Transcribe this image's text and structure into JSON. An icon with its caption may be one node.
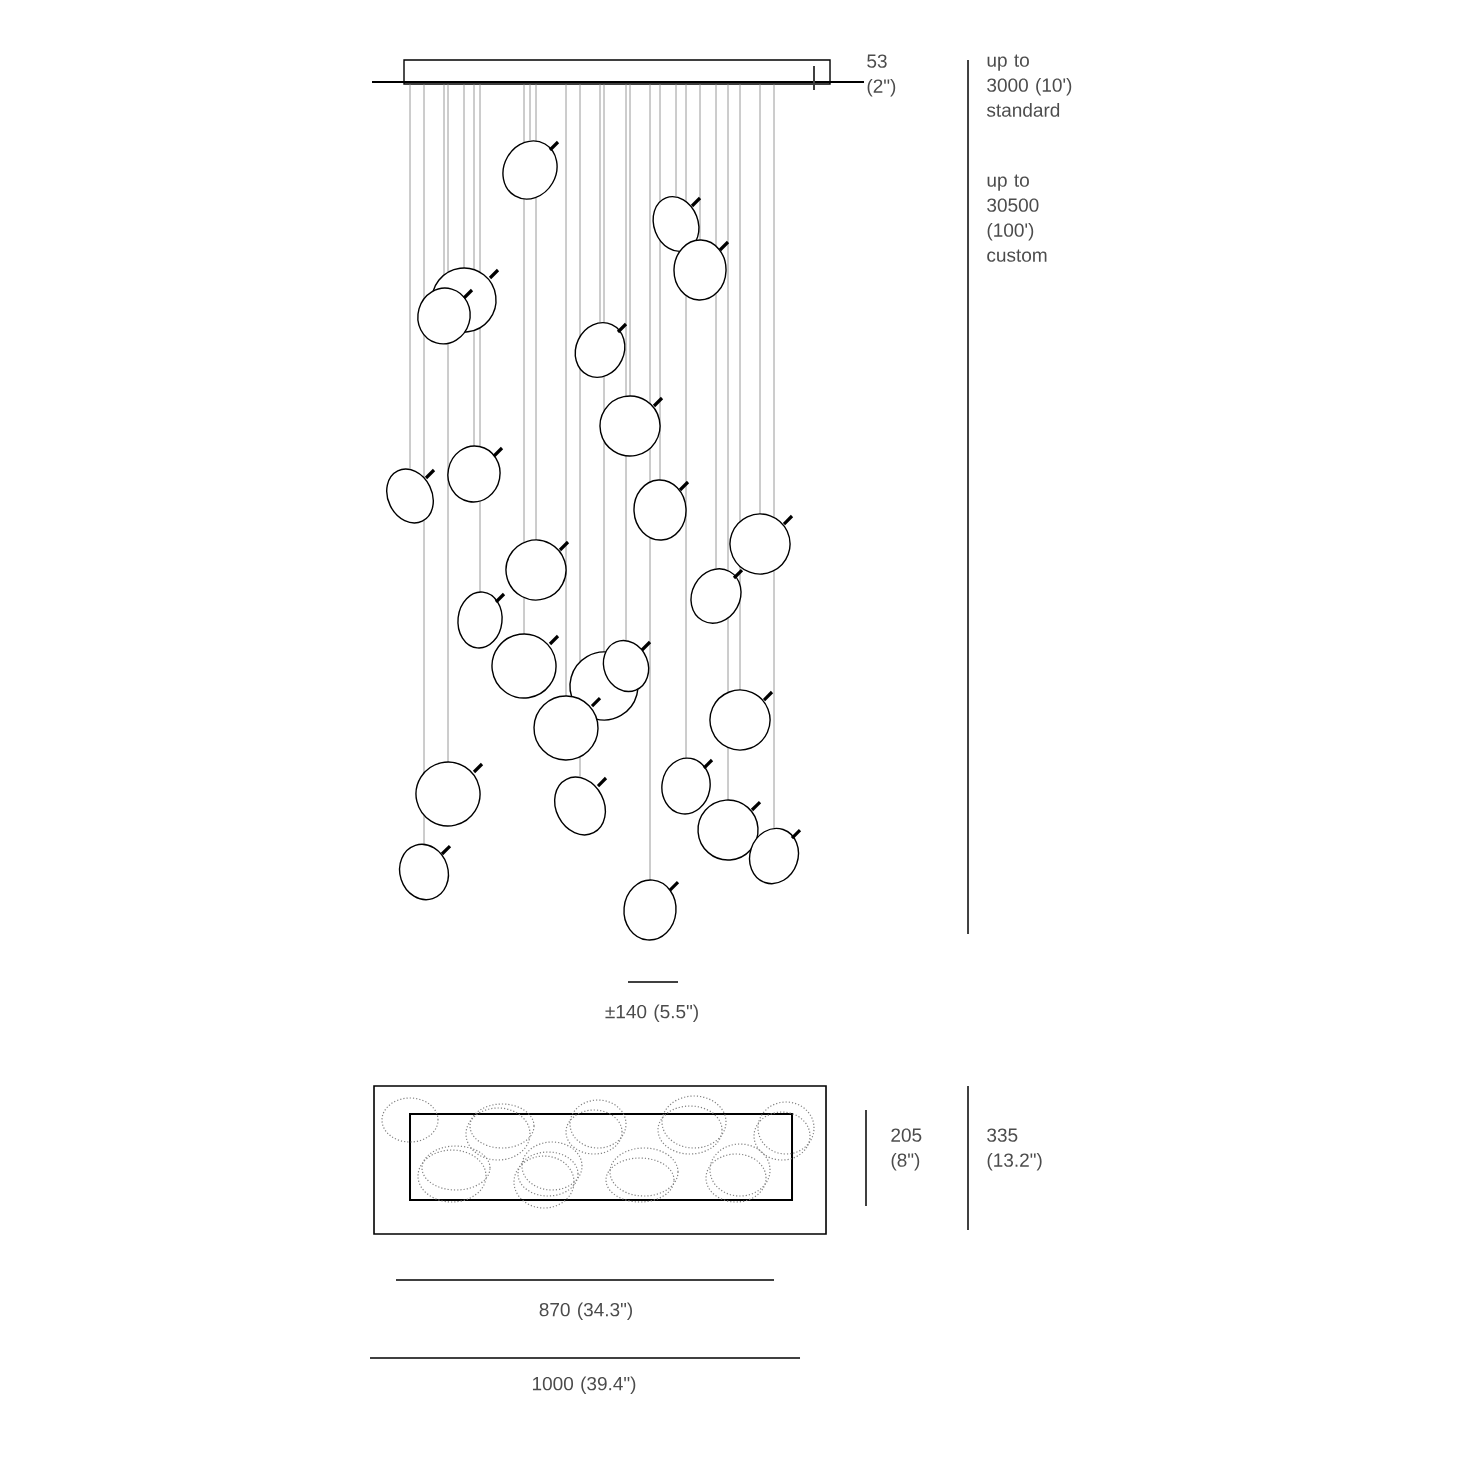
{
  "diagram": {
    "labels": [
      "53 (2\")",
      "up to 3000 (10') standard",
      "up to 30500 (100') custom",
      "±140 (5.5\")",
      "205 (8\")",
      "335 (13.2\")",
      "870  (34.3\")",
      "1000  (39.4\")"
    ]
  }
}
